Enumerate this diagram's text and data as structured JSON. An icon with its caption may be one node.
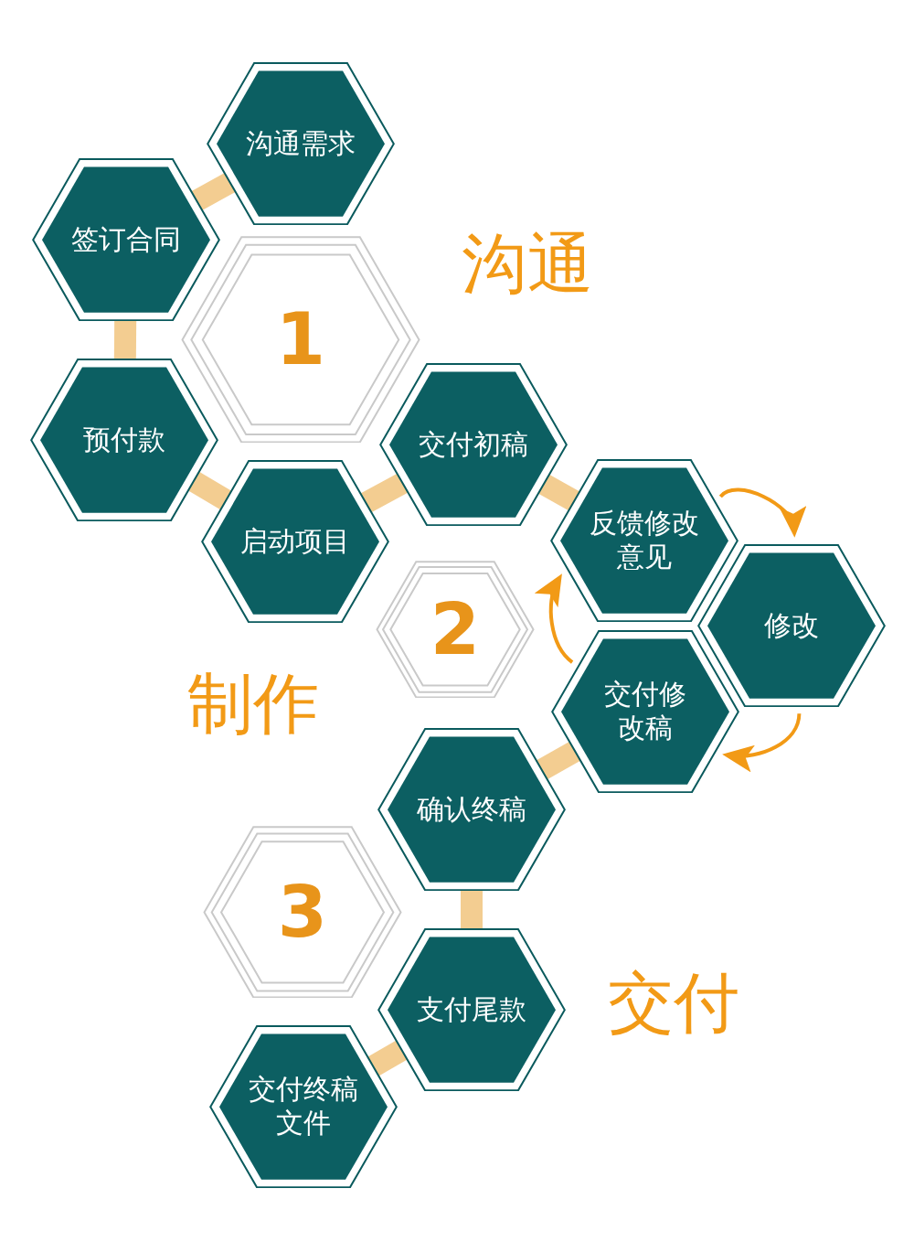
{
  "diagram": {
    "nodes": [
      {
        "text": [
          "沟通需求"
        ]
      },
      {
        "text": [
          "签订合同"
        ]
      },
      {
        "text": [
          "1"
        ]
      },
      {
        "text": [
          "预付款"
        ]
      },
      {
        "text": [
          "启动项目"
        ]
      },
      {
        "text": [
          "交付初稿"
        ]
      },
      {
        "text": [
          "反馈修改意见"
        ]
      },
      {
        "text": [
          "2"
        ]
      },
      {
        "text": [
          "修改"
        ]
      },
      {
        "text": [
          "交付修改稿"
        ]
      },
      {
        "text": [
          "确认终稿"
        ]
      },
      {
        "text": [
          "3"
        ]
      },
      {
        "text": [
          "支付尾款"
        ]
      },
      {
        "text": [
          "交付终稿文件"
        ]
      }
    ],
    "edges": [
      {
        "from": 0,
        "to": 1,
        "arrow": "none"
      },
      {
        "from": 1,
        "to": 3,
        "arrow": "none"
      },
      {
        "from": 3,
        "to": 4,
        "arrow": "none"
      },
      {
        "from": 4,
        "to": 5,
        "arrow": "none"
      },
      {
        "from": 5,
        "to": 6,
        "arrow": "none"
      },
      {
        "from": 6,
        "to": 8,
        "arrow": "to",
        "color": "#f29a16"
      },
      {
        "from": 8,
        "to": 9,
        "arrow": "to",
        "color": "#f29a16"
      },
      {
        "from": 9,
        "to": 6,
        "arrow": "to",
        "color": "#f29a16"
      },
      {
        "from": 9,
        "to": 10,
        "arrow": "none"
      },
      {
        "from": 10,
        "to": 12,
        "arrow": "none"
      },
      {
        "from": 12,
        "to": 13,
        "arrow": "none"
      }
    ],
    "labels": [
      "沟通",
      "制作",
      "交付"
    ]
  }
}
